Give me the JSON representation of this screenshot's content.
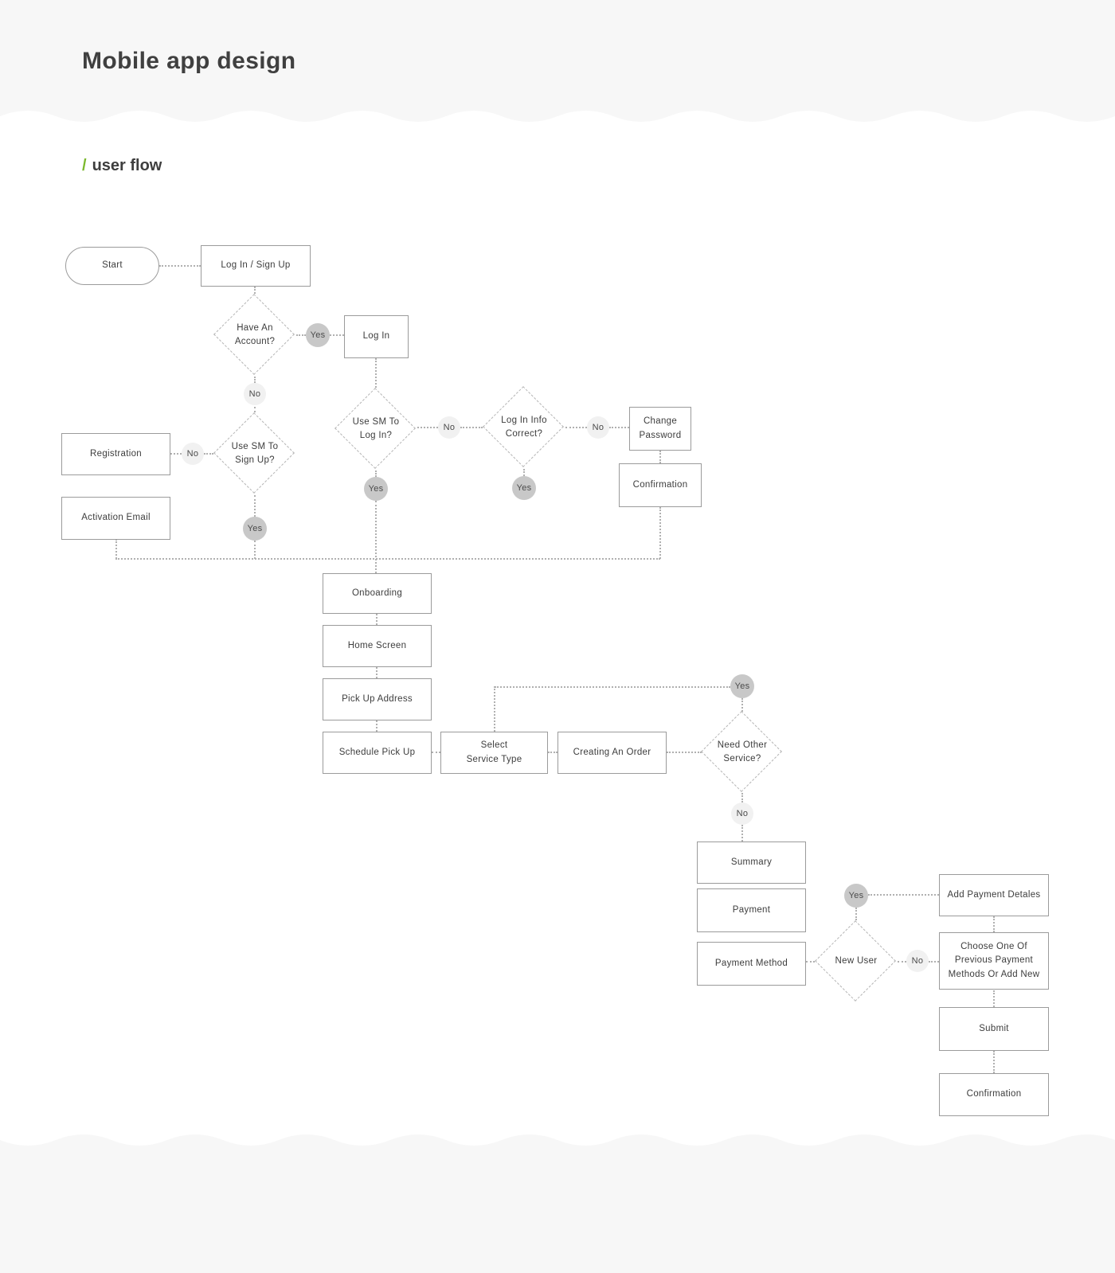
{
  "header": {
    "title": "Mobile app design",
    "slash": "/",
    "subtitle": "user flow"
  },
  "colors": {
    "accent_green": "#7cb92e",
    "band_gray": "#f7f7f7",
    "box_border": "#9b9b9b",
    "yes_circle_fill": "#c8c8c8",
    "no_circle_fill": "#f1f1f1",
    "connector_gray": "#b0b0b0",
    "text_dark": "#3d3d3d"
  },
  "flow": {
    "labels": {
      "yes": "Yes",
      "no": "No"
    },
    "nodes": {
      "start": "Start",
      "login_signup": "Log In / Sign Up",
      "have_account": "Have An\nAccount?",
      "log_in": "Log In",
      "use_sm_sign_up": "Use SM To\nSign Up?",
      "registration": "Registration",
      "activation_email": "Activation Email",
      "use_sm_log_in": "Use SM To\nLog In?",
      "login_info_correct": "Log In Info\nCorrect?",
      "change_password": "Change\nPassword",
      "confirmation_password": "Confirmation",
      "onboarding": "Onboarding",
      "home_screen": "Home Screen",
      "pick_up_address": "Pick Up Address",
      "schedule_pick_up": "Schedule Pick Up",
      "select_service_type": "Select\nService Type",
      "creating_an_order": "Creating An Order",
      "need_other_service": "Need Other\nService?",
      "summary": "Summary",
      "payment": "Payment",
      "payment_method": "Payment Method",
      "new_user": "New User",
      "add_payment_detales": "Add Payment Detales",
      "choose_payment": "Choose One Of\nPrevious Payment\nMethods Or Add New",
      "submit": "Submit",
      "confirmation_order": "Confirmation"
    }
  }
}
